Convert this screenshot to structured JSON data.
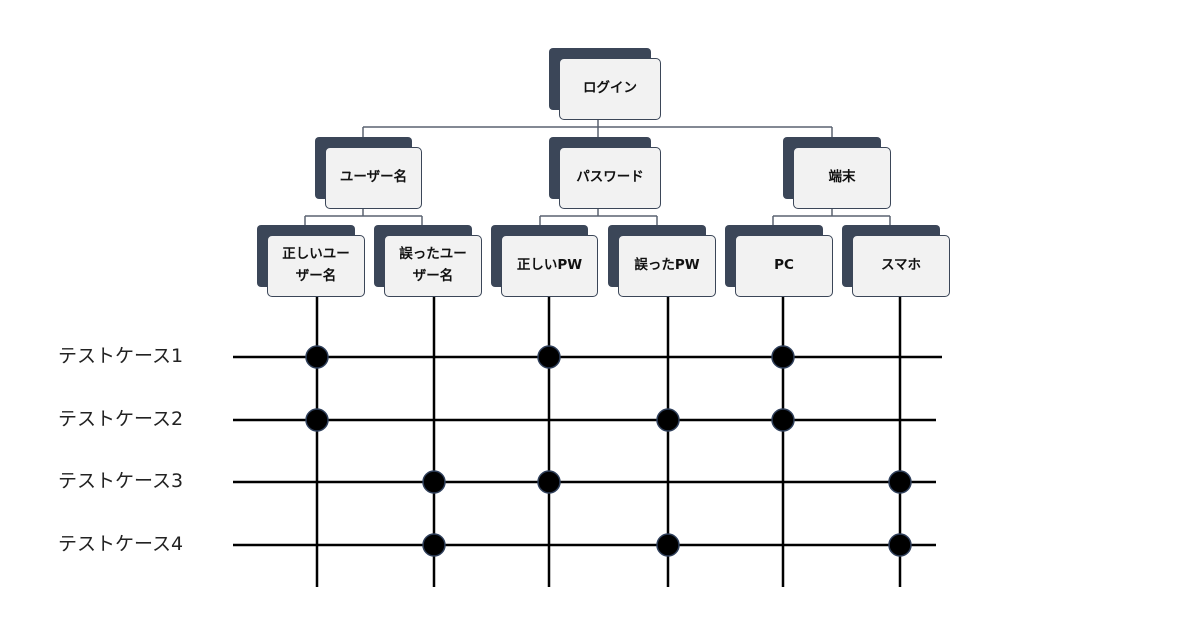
{
  "tree": {
    "root": {
      "label": "ログイン"
    },
    "categories": [
      {
        "label": "ユーザー名",
        "options": [
          {
            "label": "正しいユーザー名"
          },
          {
            "label": "誤ったユーザー名"
          }
        ]
      },
      {
        "label": "パスワード",
        "options": [
          {
            "label": "正しいPW"
          },
          {
            "label": "誤ったPW"
          }
        ]
      },
      {
        "label": "端末",
        "options": [
          {
            "label": "PC"
          },
          {
            "label": "スマホ"
          }
        ]
      }
    ]
  },
  "test_cases": [
    {
      "label": "テストケース1",
      "selected": [
        "正しいユーザー名",
        "正しいPW",
        "PC"
      ]
    },
    {
      "label": "テストケース2",
      "selected": [
        "正しいユーザー名",
        "誤ったPW",
        "PC"
      ]
    },
    {
      "label": "テストケース3",
      "selected": [
        "誤ったユーザー名",
        "正しいPW",
        "スマホ"
      ]
    },
    {
      "label": "テストケース4",
      "selected": [
        "誤ったユーザー名",
        "誤ったPW",
        "スマホ"
      ]
    }
  ],
  "colors": {
    "box_fill": "#f2f2f2",
    "shadow": "#3b4658",
    "line": "#000000",
    "dot": "#000000"
  }
}
